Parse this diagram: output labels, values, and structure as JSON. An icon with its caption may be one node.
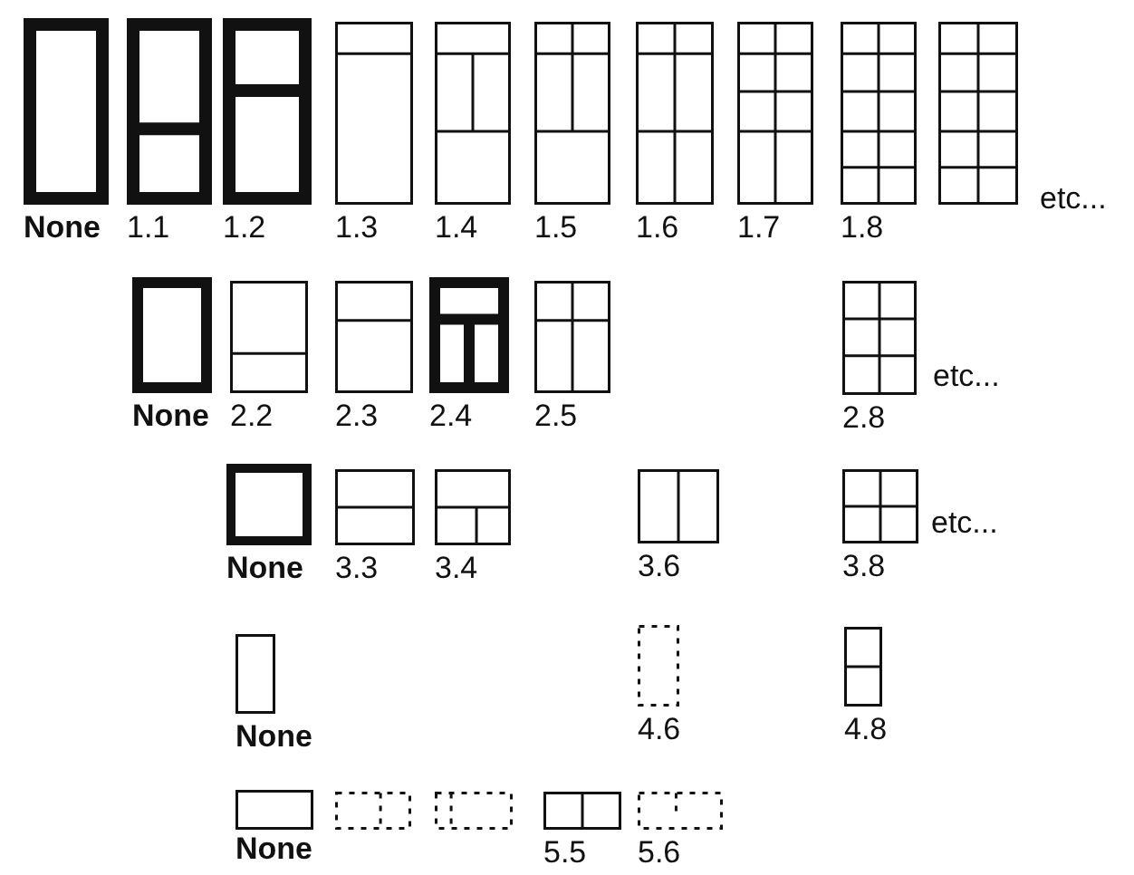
{
  "diagram": {
    "nodes": [
      {
        "text": [
          "None"
        ]
      },
      {
        "text": [
          "1.1"
        ]
      },
      {
        "text": [
          "1.2"
        ]
      },
      {
        "text": [
          "1.3"
        ]
      },
      {
        "text": [
          "1.4"
        ]
      },
      {
        "text": [
          "1.5"
        ]
      },
      {
        "text": [
          "1.6"
        ]
      },
      {
        "text": [
          "1.7"
        ]
      },
      {
        "text": [
          "1.8"
        ]
      },
      {
        "text": [],
        "shape": "box"
      },
      {
        "text": [
          "None"
        ]
      },
      {
        "text": [
          "2.2"
        ]
      },
      {
        "text": [
          "2.3"
        ]
      },
      {
        "text": [
          "2.4"
        ]
      },
      {
        "text": [
          "2.5"
        ]
      },
      {
        "text": [
          "2.8"
        ]
      },
      {
        "text": [
          "None"
        ]
      },
      {
        "text": [
          "3.3"
        ]
      },
      {
        "text": [
          "3.4"
        ]
      },
      {
        "text": [
          "3.6"
        ]
      },
      {
        "text": [
          "3.8"
        ]
      },
      {
        "text": [
          "None"
        ]
      },
      {
        "text": [
          "4.6"
        ]
      },
      {
        "text": [
          "4.8"
        ]
      },
      {
        "text": [
          "None"
        ]
      },
      {
        "text": [],
        "shape": "box"
      },
      {
        "text": [],
        "shape": "box"
      },
      {
        "text": [
          "5.5"
        ]
      },
      {
        "text": [
          "5.6"
        ]
      }
    ],
    "labels": [
      "etc...",
      "etc...",
      "etc..."
    ]
  }
}
